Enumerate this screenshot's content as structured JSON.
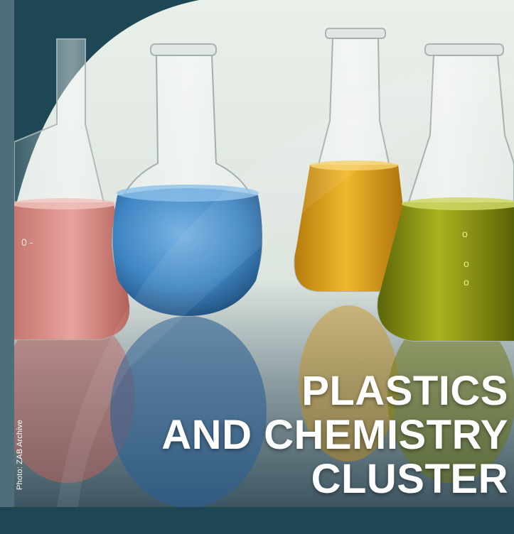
{
  "title": {
    "lines": [
      "PLASTICS",
      "AND CHEMISTRY",
      "CLUSTER"
    ]
  },
  "photo_credit": "Photo: ZAB Archive",
  "colors": {
    "frame": "#1d4754",
    "strip": "#4f6e7a",
    "liquid_pink": "#d98a86",
    "liquid_blue": "#3f86c4",
    "liquid_amber": "#e2a51a",
    "liquid_olive": "#8f9a14"
  }
}
